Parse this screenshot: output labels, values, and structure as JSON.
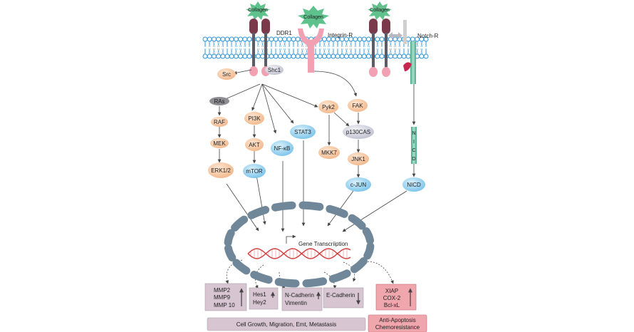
{
  "collagen": {
    "left": "Collagen",
    "middle": "Collagen",
    "right": "Collagen"
  },
  "receptors": {
    "ddr1": "DDR1",
    "integrin": "Integrin-R",
    "notch": "Notch-R"
  },
  "nodes": {
    "src": "Src",
    "shc1": "Shc1",
    "ras": "RAs",
    "raf": "RAF",
    "mek": "MEK",
    "erk": "ERK1/2",
    "pi3k": "PI3K",
    "akt": "AKT",
    "mtor": "mTOR",
    "nfkb": "NF-κB",
    "stat3": "STAT3",
    "pyk2": "Pyk2",
    "fak": "FAK",
    "p130cas": "p130CAS",
    "mkk7": "MKK7",
    "jnk1": "JNK1",
    "cjun": "c-JUN",
    "nicd_membrane": "N I C D",
    "nicd": "NICD"
  },
  "nucleus": {
    "label": "Gene Transcriiption"
  },
  "outputs": {
    "box1": [
      "MMP2",
      "MMP9",
      "MMP 10"
    ],
    "box2": [
      "Hes1",
      "Hey2"
    ],
    "box3": [
      "N-Cadherin",
      "Vimentin"
    ],
    "box4": [
      "E-Cadherin"
    ],
    "box5": [
      "XIAP",
      "COX-2",
      "Bcl-xL"
    ]
  },
  "bars": {
    "growth": "Cell Growth, Migration, Emt, Metastasis",
    "apoptosis_line1": "Anti-Apoptosis",
    "apoptosis_line2": "Chemoresistance"
  },
  "colors": {
    "orange_node": "#f7c9a3",
    "blue_node": "#9fd6f0",
    "grey_node": "#d8d8e4",
    "receptor": "#7a3a4c",
    "pink": "#f2a1b3",
    "notch": "#6dbfa6",
    "collagen": "#5fc28c",
    "nucleus": "#6f8798",
    "output_box": "#d7c6d1",
    "red_box": "#f0a6ad",
    "membrane": "#2f93d6"
  }
}
